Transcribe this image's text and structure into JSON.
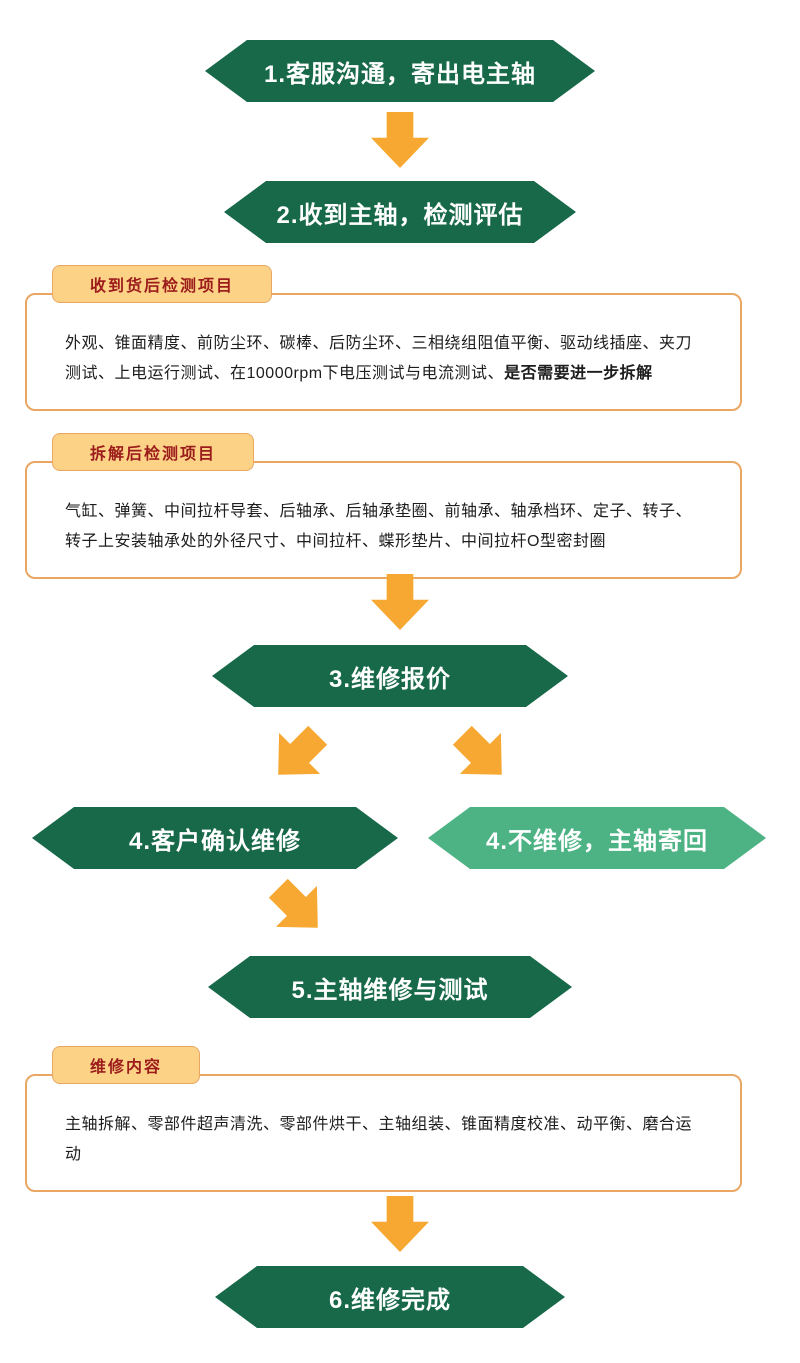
{
  "colors": {
    "dark_green": "#17694a",
    "light_green": "#4db385",
    "arrow_orange": "#f6a832",
    "box_border": "#e9a763",
    "badge_bg": "#fcd287",
    "badge_text": "#9c1c1c"
  },
  "nodes": {
    "step1": "1.客服沟通，寄出电主轴",
    "step2": "2.收到主轴，检测评估",
    "step3": "3.维修报价",
    "step4_confirm": "4.客户确认维修",
    "step4_return": "4.不维修，主轴寄回",
    "step5": "5.主轴维修与测试",
    "step6": "6.维修完成"
  },
  "detail_boxes": {
    "received_inspection": {
      "label": "收到货后检测项目",
      "text": "外观、锥面精度、前防尘环、碳棒、后防尘环、三相绕组阻值平衡、驱动线插座、夹刀测试、上电运行测试、在10000rpm下电压测试与电流测试、",
      "bold_suffix": "是否需要进一步拆解"
    },
    "disassembly_inspection": {
      "label": "拆解后检测项目",
      "text": "气缸、弹簧、中间拉杆导套、后轴承、后轴承垫圈、前轴承、轴承档环、定子、转子、转子上安装轴承处的外径尺寸、中间拉杆、蝶形垫片、中间拉杆O型密封圈",
      "bold_suffix": ""
    },
    "repair_content": {
      "label": "维修内容",
      "text": "主轴拆解、零部件超声清洗、零部件烘干、主轴组装、锥面精度校准、动平衡、磨合运动",
      "bold_suffix": ""
    }
  }
}
